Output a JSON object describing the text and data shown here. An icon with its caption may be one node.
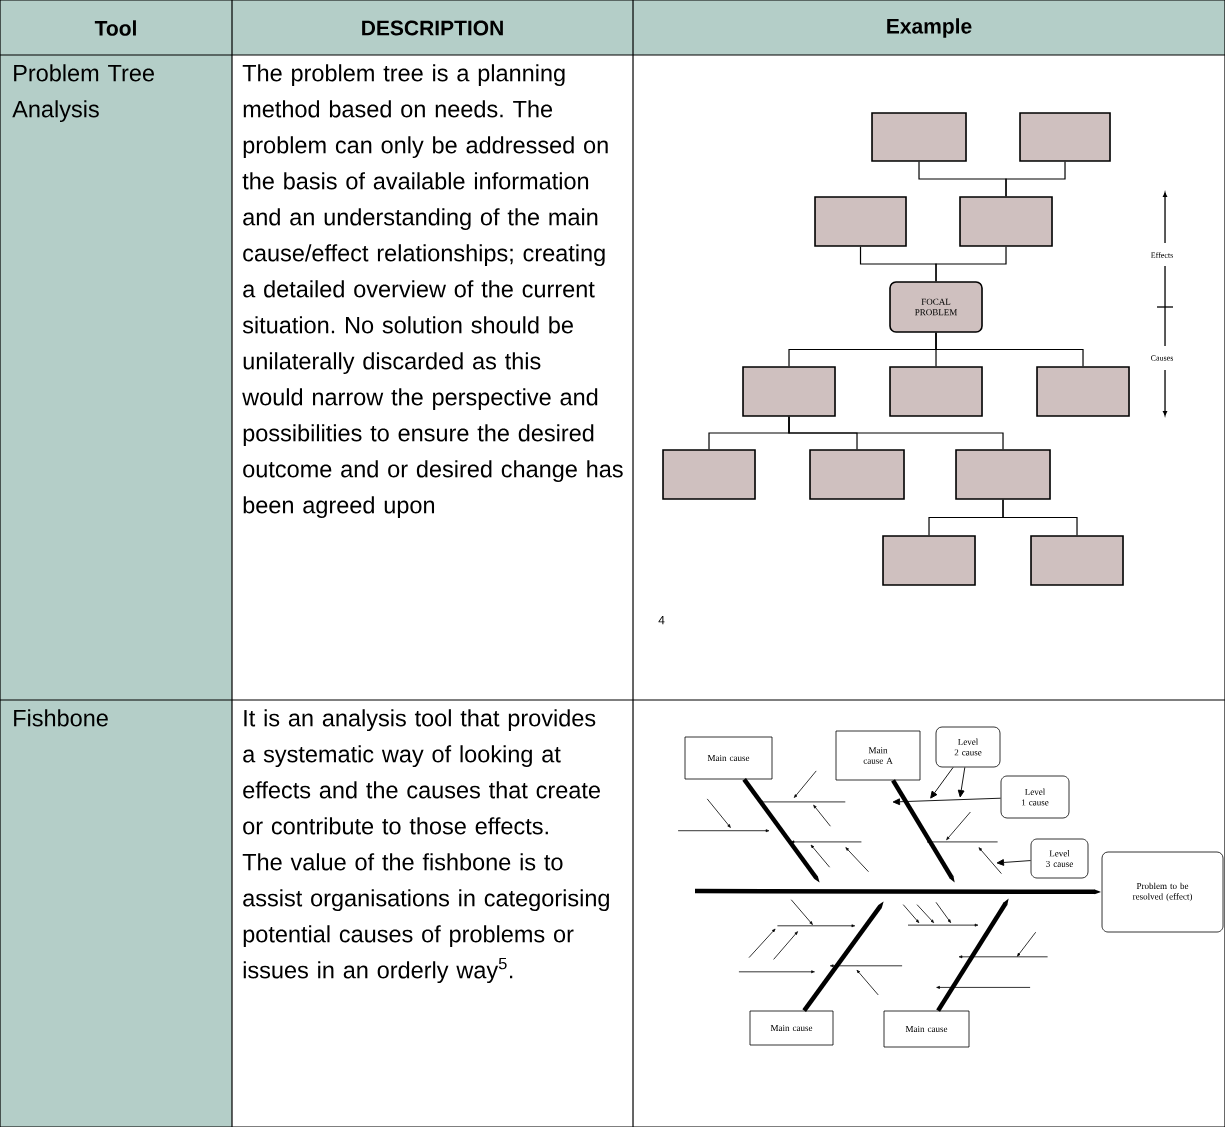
{
  "diagram": {
    "nodes": [
      {
        "text": [],
        "shape": "box"
      },
      {
        "text": [],
        "shape": "box"
      },
      {
        "text": [],
        "shape": "box"
      },
      {
        "text": [],
        "shape": "box"
      },
      {
        "text": [
          "FOCAL PROBLEM"
        ]
      },
      {
        "text": [],
        "shape": "box"
      },
      {
        "text": [],
        "shape": "box"
      },
      {
        "text": [],
        "shape": "box"
      },
      {
        "text": [],
        "shape": "box"
      },
      {
        "text": [],
        "shape": "box"
      },
      {
        "text": [],
        "shape": "box"
      },
      {
        "text": [],
        "shape": "box"
      },
      {
        "text": [],
        "shape": "box"
      },
      {
        "text": [
          "Main cause"
        ]
      },
      {
        "text": [
          "Main cause A"
        ]
      },
      {
        "text": [
          "Level 2 cause"
        ]
      },
      {
        "text": [
          "Level 1 cause"
        ]
      },
      {
        "text": [
          "Level 3 cause"
        ]
      },
      {
        "text": [
          "Problem to be resolved (effect)"
        ]
      },
      {
        "text": [
          "Main cause"
        ]
      },
      {
        "text": [
          "Main cause"
        ]
      }
    ],
    "edges": [
      {
        "from": 0,
        "to": 3,
        "arrow": "none"
      },
      {
        "from": 1,
        "to": 3,
        "arrow": "none"
      },
      {
        "from": 2,
        "to": 4,
        "arrow": "none"
      },
      {
        "from": 3,
        "to": 4,
        "arrow": "none"
      },
      {
        "from": 4,
        "to": 5,
        "arrow": "none"
      },
      {
        "from": 4,
        "to": 6,
        "arrow": "none"
      },
      {
        "from": 4,
        "to": 7,
        "arrow": "none"
      },
      {
        "from": 5,
        "to": 8,
        "arrow": "none"
      },
      {
        "from": 5,
        "to": 9,
        "arrow": "none"
      },
      {
        "from": 5,
        "to": 10,
        "arrow": "none"
      },
      {
        "from": 10,
        "to": 11,
        "arrow": "none"
      },
      {
        "from": 10,
        "to": 12,
        "arrow": "none"
      },
      {
        "from": null,
        "to": 18,
        "arrow": "to",
        "style": "thick"
      },
      {
        "from": 13,
        "to": null,
        "arrow": "to",
        "style": "thick"
      },
      {
        "from": 14,
        "to": null,
        "arrow": "to",
        "style": "thick"
      },
      {
        "from": 19,
        "to": null,
        "arrow": "to",
        "style": "thick"
      },
      {
        "from": 20,
        "to": null,
        "arrow": "to",
        "style": "thick"
      },
      {
        "from": 16,
        "to": null,
        "arrow": "to"
      },
      {
        "from": 15,
        "to": null,
        "arrow": "to"
      },
      {
        "from": 15,
        "to": null,
        "arrow": "to"
      },
      {
        "from": 17,
        "to": null,
        "arrow": "to"
      }
    ],
    "labels": [
      "Tool",
      "DESCRIPTION",
      "Example",
      "Problem Tree Analysis",
      "The problem tree is a planning method based on needs. The problem can only be addressed on the basis of available information and an understanding of the main cause/effect relationships; creating a detailed overview of the current situation. No solution should be unilaterally discarded as this would narrow the perspective and possibilities to ensure the desired outcome and or desired change has been agreed upon",
      "Effects",
      "Causes",
      "4",
      "Fishbone",
      "It is an analysis tool that provides a systematic way of looking at effects and the causes that create or contribute to those effects. The value of the fishbone is to assist organisations in categorising potential causes of problems or issues in an orderly way$^{5}$."
    ]
  }
}
